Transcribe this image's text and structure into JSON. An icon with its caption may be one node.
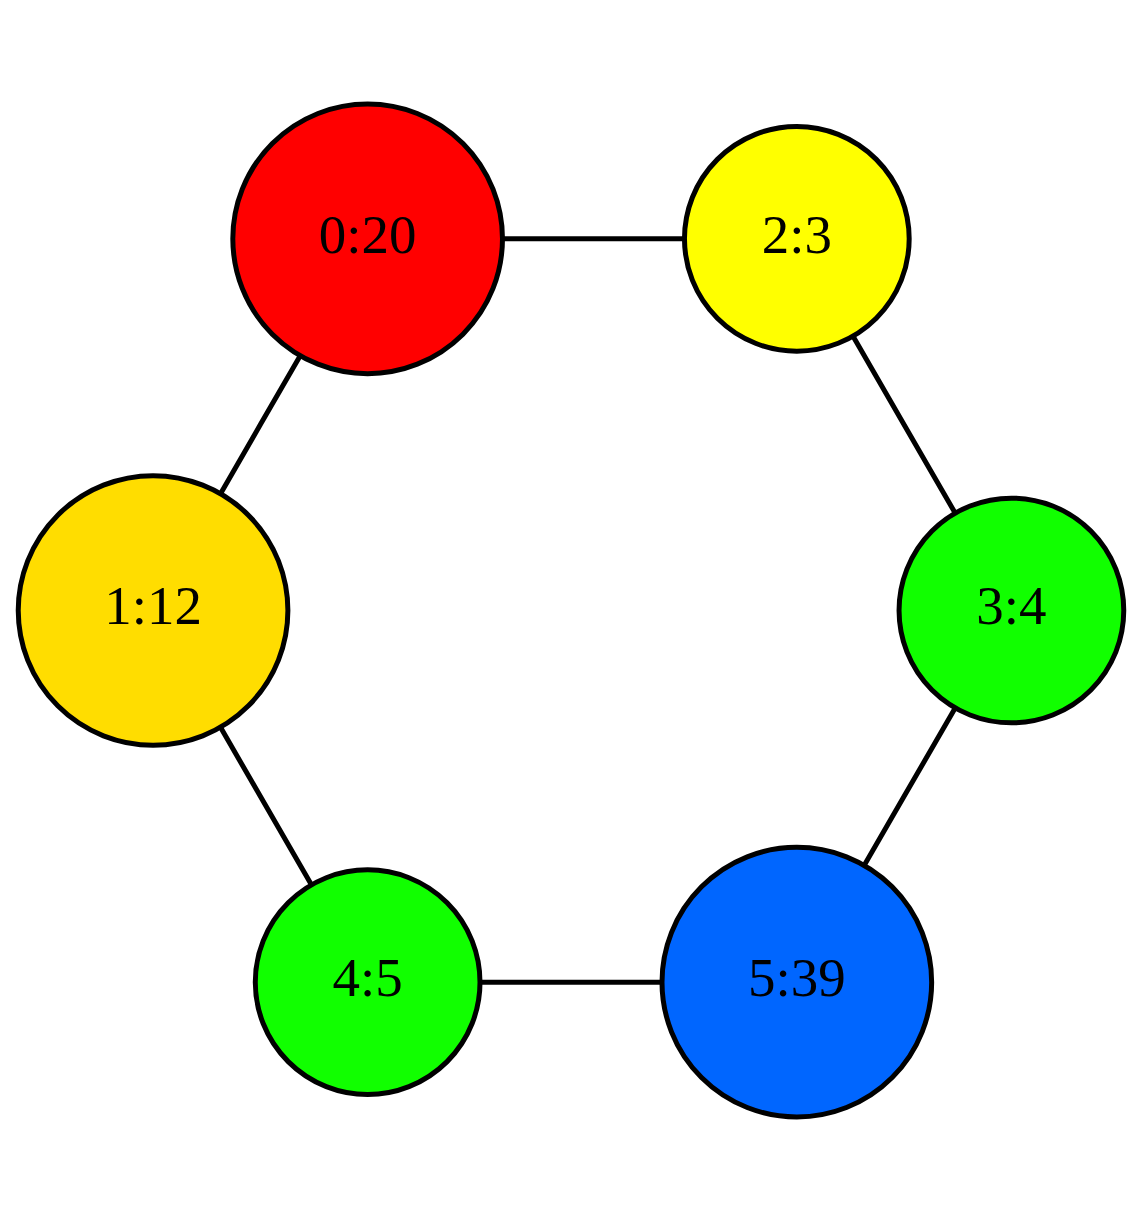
{
  "diagram": {
    "nodes": [
      {
        "text": [
          "5:39"
        ]
      },
      {
        "text": [
          "4:5"
        ]
      },
      {
        "text": [
          "3:4"
        ]
      },
      {
        "text": [
          "1:12"
        ]
      },
      {
        "text": [
          "2:3"
        ]
      },
      {
        "text": [
          "0:20"
        ]
      }
    ],
    "edges": [
      {
        "from": 0,
        "to": 2,
        "arrow": "none"
      },
      {
        "from": 0,
        "to": 1,
        "arrow": "none"
      },
      {
        "from": 1,
        "to": 3,
        "arrow": "none"
      },
      {
        "from": 2,
        "to": 4,
        "arrow": "none"
      },
      {
        "from": 4,
        "to": 5,
        "arrow": "none"
      },
      {
        "from": 5,
        "to": 3,
        "arrow": "none"
      }
    ]
  }
}
